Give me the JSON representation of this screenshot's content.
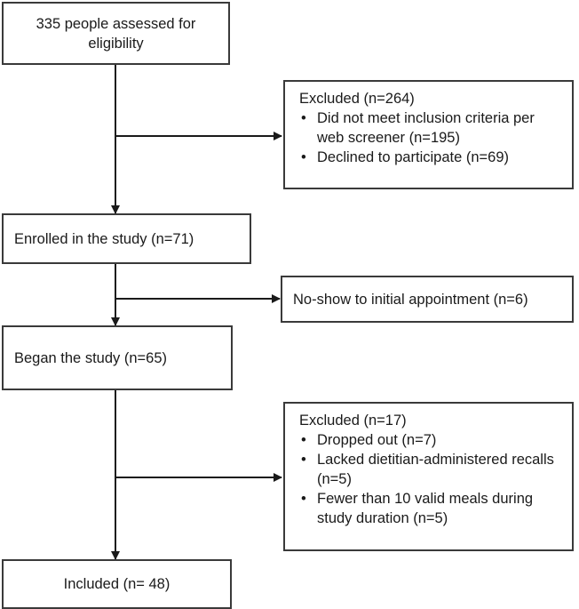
{
  "assessed": "335 people assessed for eligibility",
  "excluded1": {
    "title": "Excluded (n=264)",
    "items": [
      "Did not meet inclusion criteria per web screener (n=195)",
      "Declined to participate (n=69)"
    ]
  },
  "enrolled": "Enrolled in the study (n=71)",
  "noshow": "No-show to initial appointment  (n=6)",
  "began": "Began the study (n=65)",
  "excluded2": {
    "title": "Excluded (n=17)",
    "items": [
      "Dropped out (n=7)",
      "Lacked dietitian-administered recalls (n=5)",
      "Fewer than 10 valid meals during study duration (n=5)"
    ]
  },
  "included": "Included (n= 48)"
}
